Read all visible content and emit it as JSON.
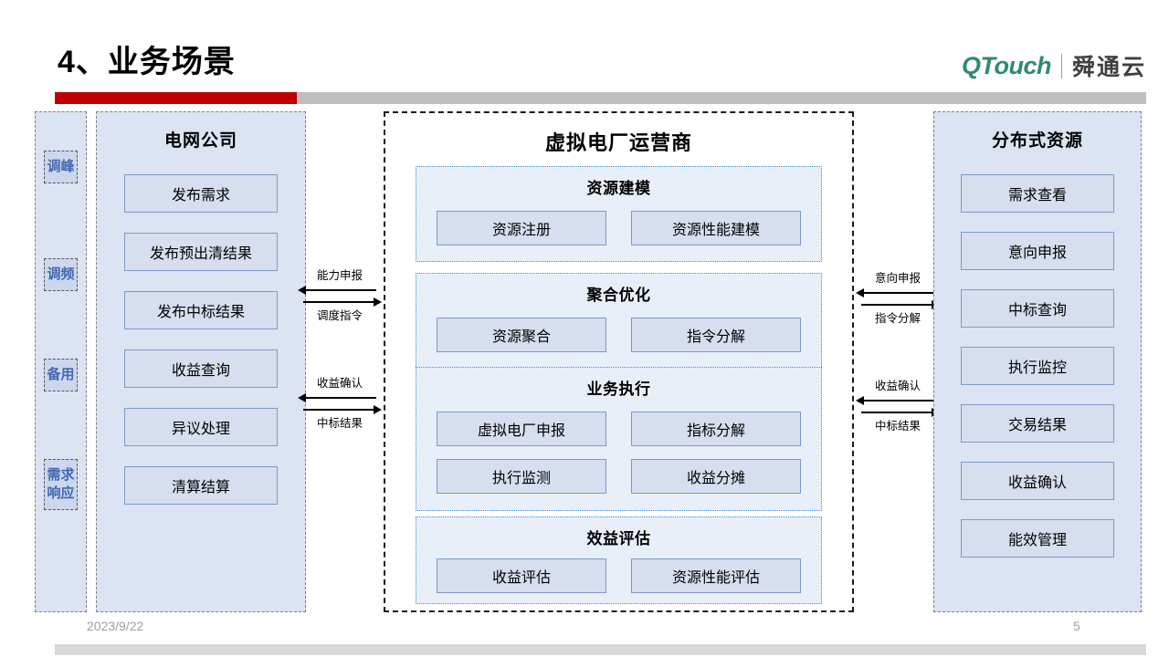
{
  "header": {
    "title": "4、业务场景",
    "logo_mark": "QTouch",
    "logo_cn": "舜通云",
    "accent_color": "#c00000",
    "rule_color": "#bfbfbf",
    "brand_green": "#2e8b6e"
  },
  "rail": {
    "items": [
      {
        "label": "调峰"
      },
      {
        "label": "调频"
      },
      {
        "label": "备用"
      },
      {
        "label": "需求响应"
      }
    ]
  },
  "grid_company": {
    "title": "电网公司",
    "items": [
      {
        "label": "发布需求"
      },
      {
        "label": "发布预出清结果"
      },
      {
        "label": "发布中标结果"
      },
      {
        "label": "收益查询"
      },
      {
        "label": "异议处理"
      },
      {
        "label": "清算结算"
      }
    ]
  },
  "vpp_operator": {
    "title": "虚拟电厂运营商",
    "sections": [
      {
        "title": "资源建模",
        "items": [
          {
            "label": "资源注册"
          },
          {
            "label": "资源性能建模"
          }
        ]
      },
      {
        "title": "聚合优化",
        "items": [
          {
            "label": "资源聚合"
          },
          {
            "label": "指令分解"
          }
        ]
      },
      {
        "title": "业务执行",
        "items": [
          {
            "label": "虚拟电厂申报"
          },
          {
            "label": "指标分解"
          },
          {
            "label": "执行监测"
          },
          {
            "label": "收益分摊"
          }
        ]
      },
      {
        "title": "效益评估",
        "items": [
          {
            "label": "收益评估"
          },
          {
            "label": "资源性能评估"
          }
        ]
      }
    ]
  },
  "distributed_resources": {
    "title": "分布式资源",
    "items": [
      {
        "label": "需求查看"
      },
      {
        "label": "意向申报"
      },
      {
        "label": "中标查询"
      },
      {
        "label": "执行监控"
      },
      {
        "label": "交易结果"
      },
      {
        "label": "收益确认"
      },
      {
        "label": "能效管理"
      }
    ]
  },
  "left_arrows": {
    "group_top": {
      "label_above": "能力申报",
      "label_below": "调度指令",
      "direction_above": "left",
      "direction_below": "right"
    },
    "group_bottom": {
      "label_above": "收益确认",
      "label_below": "中标结果",
      "direction_above": "left",
      "direction_below": "right"
    }
  },
  "right_arrows": {
    "group_top": {
      "label_above": "意向申报",
      "label_below": "指令分解",
      "direction_above": "left",
      "direction_below": "right"
    },
    "group_bottom": {
      "label_above": "收益确认",
      "label_below": "中标结果",
      "direction_above": "left",
      "direction_below": "right"
    }
  },
  "footer": {
    "date": "2023/9/22",
    "page_number": "5"
  }
}
